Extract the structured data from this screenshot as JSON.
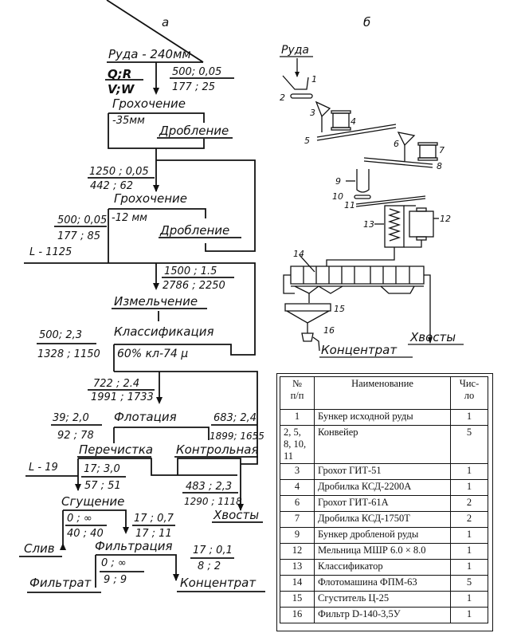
{
  "panel_labels": {
    "left": "а",
    "right": "б"
  },
  "flowsheet_a": {
    "feed": "Руда - 240мм",
    "legend_top": "Q;R",
    "legend_bottom": "V;W",
    "feed_values": {
      "top": "500; 0,05",
      "bottom": "177 ; 25"
    },
    "screening_1": "Грохочение",
    "screen_1_undersize": "-35мм",
    "crushing_1": "Дробление",
    "stream_2": {
      "top": "1250 ; 0,05",
      "bottom": "442 ; 62"
    },
    "screening_2": "Грохочение",
    "screen_2_undersize": "-12 мм",
    "crushing_2": "Дробление",
    "stream_3": {
      "top": "500; 0,05",
      "bottom": "177 ; 85"
    },
    "water_1": "L - 1125",
    "stream_4": {
      "top": "1500 ; 1.5",
      "bottom": "2786 ; 2250"
    },
    "grinding": "Измельчение",
    "classification": "Классификация",
    "classification_note": "60% кл-74 µ",
    "stream_5": {
      "top": "500; 2,3",
      "bottom": "1328 ; 1150"
    },
    "stream_6": {
      "top": "722 ; 2.4",
      "bottom": "1991 ; 1733"
    },
    "flotation": "Флотация",
    "stream_7": {
      "top": "39; 2,0",
      "bottom": "92 ; 78"
    },
    "stream_8": {
      "top": "683; 2,4",
      "bottom": "1899; 1655"
    },
    "cleaner": "Перечистка",
    "scavenger": "Контрольная",
    "water_2": "L - 19",
    "stream_9": {
      "top": "17; 3,0",
      "bottom": "57 ; 51"
    },
    "stream_10": {
      "top": "483 ; 2,3",
      "bottom": "1290 ; 1118"
    },
    "thickening": "Сгущение",
    "stream_11": {
      "top": "0 ; ∞",
      "bottom": "40 ; 40"
    },
    "stream_12": {
      "top": "17 ; 0,7",
      "bottom": "17 ; 11"
    },
    "tailings": "Хвосты",
    "overflow": "Слив",
    "filtration": "Фильтрация",
    "stream_13": {
      "top": "0 ; ∞",
      "bottom": "9 ; 9"
    },
    "stream_14": {
      "top": "17 ; 0,1",
      "bottom": "8 ; 2"
    },
    "filtrate": "Фильтрат",
    "concentrate": "Концентрат"
  },
  "scheme_b": {
    "feed": "Руда",
    "tailings": "Хвосты",
    "concentrate": "Концентрат",
    "callouts": [
      "1",
      "2",
      "3",
      "4",
      "5",
      "6",
      "7",
      "8",
      "9",
      "10",
      "11",
      "12",
      "13",
      "14",
      "15",
      "16"
    ]
  },
  "equipment_table": {
    "headers": {
      "number": "№ п/п",
      "name": "Наименование",
      "count": "Число"
    },
    "header_number_lines": [
      "№",
      "п/п"
    ],
    "header_count_lines": [
      "Чис-",
      "ло"
    ],
    "rows": [
      {
        "number": "1",
        "name": "Бункер исходной руды",
        "count": "1"
      },
      {
        "number": "2, 5, 8, 10, 11",
        "name": "Конвейер",
        "count": "5"
      },
      {
        "number": "3",
        "name": "Грохот ГИТ-51",
        "count": "1"
      },
      {
        "number": "4",
        "name": "Дробилка КСД-2200А",
        "count": "1"
      },
      {
        "number": "6",
        "name": "Грохот ГИТ-61А",
        "count": "2"
      },
      {
        "number": "7",
        "name": "Дробилка КСД-1750Т",
        "count": "2"
      },
      {
        "number": "9",
        "name": "Бункер дробленой руды",
        "count": "1"
      },
      {
        "number": "12",
        "name": "Мельница МШР 6.0 × 8.0",
        "count": "1"
      },
      {
        "number": "13",
        "name": "Классификатор",
        "count": "1"
      },
      {
        "number": "14",
        "name": "Флотомашина ФПМ-63",
        "count": "5"
      },
      {
        "number": "15",
        "name": "Сгуститель Ц-25",
        "count": "1"
      },
      {
        "number": "16",
        "name": "Фильтр D-140-3,5У",
        "count": "1"
      }
    ]
  }
}
